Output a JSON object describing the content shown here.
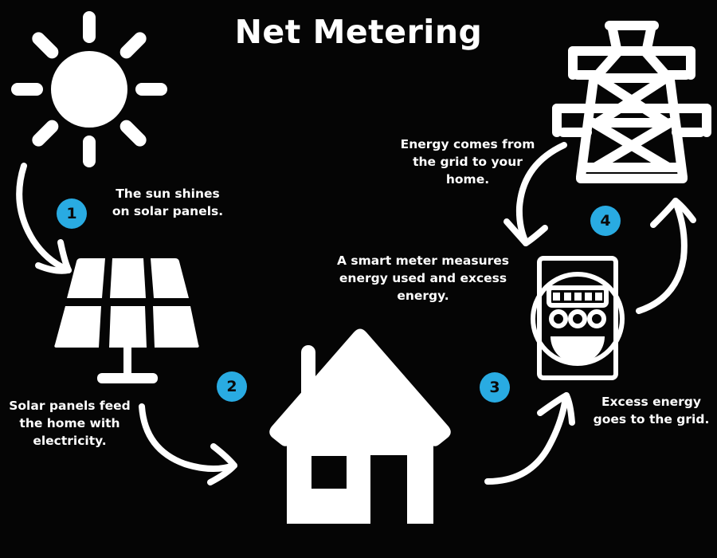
{
  "page": {
    "title": "Net Metering",
    "background_color": "#050505",
    "icon_color": "#ffffff",
    "accent_color": "#29abe2",
    "badge_text_color": "#0a0a0a"
  },
  "steps": [
    {
      "number": "1",
      "caption": "The sun shines on solar panels.",
      "from_icon": "sun-icon",
      "to_icon": "solar-panel-icon"
    },
    {
      "number": "2",
      "caption": "Solar panels feed the home with electricity.",
      "from_icon": "solar-panel-icon",
      "to_icon": "house-icon"
    },
    {
      "number": "3",
      "caption": "A smart meter measures energy used and excess energy.",
      "from_icon": "house-icon",
      "to_icon": "smart-meter-icon"
    },
    {
      "number": "4",
      "caption": "Energy comes from the grid to your home.",
      "from_icon": "power-tower-icon",
      "to_icon": "smart-meter-icon"
    },
    {
      "number": "",
      "caption": "Excess energy goes to the grid.",
      "from_icon": "smart-meter-icon",
      "to_icon": "power-tower-icon"
    }
  ],
  "icons": {
    "sun": "sun-icon",
    "solar_panel": "solar-panel-icon",
    "house": "house-icon",
    "smart_meter": "smart-meter-icon",
    "power_tower": "power-tower-icon"
  }
}
